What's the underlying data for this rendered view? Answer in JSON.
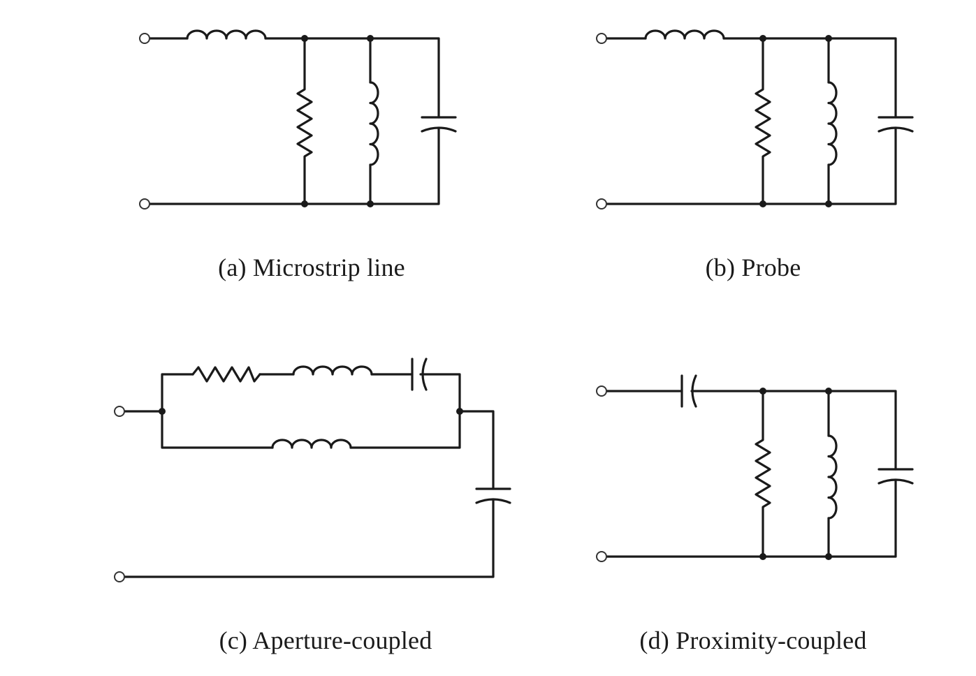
{
  "figure": {
    "panels": [
      {
        "id": "a",
        "caption": "(a) Microstrip line"
      },
      {
        "id": "b",
        "caption": "(b) Probe"
      },
      {
        "id": "c",
        "caption": "(c) Aperture-coupled"
      },
      {
        "id": "d",
        "caption": "(d) Proximity-coupled"
      }
    ]
  },
  "colors": {
    "line": "#1a1a1a",
    "background": "#ffffff"
  }
}
